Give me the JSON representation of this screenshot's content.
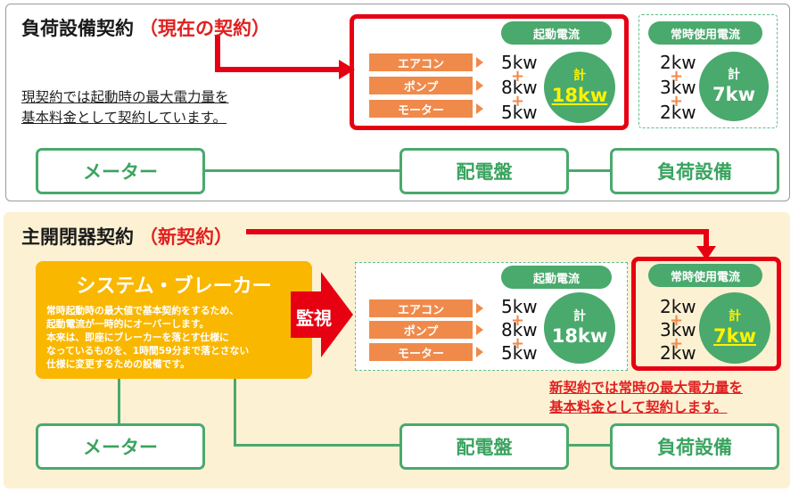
{
  "top": {
    "heading": "負荷設備契約",
    "heading_tag": "（現在の契約）",
    "note_lines": [
      "現契約では起動時の最大電力量を",
      "基本料金として契約しています。"
    ],
    "starting": {
      "pill": "起動電流",
      "devices": [
        "エアコン",
        "ポンプ",
        "モーター"
      ],
      "values": [
        "5kw",
        "8kw",
        "5kw"
      ],
      "total_label": "計",
      "total_value": "18kw"
    },
    "constant": {
      "pill": "常時使用電流",
      "values": [
        "2kw",
        "3kw",
        "2kw"
      ],
      "total_label": "計",
      "total_value": "7kw"
    },
    "flow": {
      "meter": "メーター",
      "panel": "配電盤",
      "load": "負荷設備"
    }
  },
  "bottom": {
    "heading": "主開閉器契約",
    "heading_tag": "（新契約）",
    "system_box": {
      "title": "システム・ブレーカー",
      "body_lines": [
        "常時起動時の最大値で基本契約をするため、",
        "起動電流が一時的にオーバーします。",
        "本来は、即座にブレーカーを落とす仕様に",
        "なっているものを、1時間59分まで落とさない",
        "仕様に変更するための設備です。"
      ]
    },
    "monitor_label": "監視",
    "starting": {
      "pill": "起動電流",
      "devices": [
        "エアコン",
        "ポンプ",
        "モーター"
      ],
      "values": [
        "5kw",
        "8kw",
        "5kw"
      ],
      "total_label": "計",
      "total_value": "18kw"
    },
    "constant": {
      "pill": "常時使用電流",
      "values": [
        "2kw",
        "3kw",
        "2kw"
      ],
      "total_label": "計",
      "total_value": "7kw"
    },
    "note_lines": [
      "新契約では常時の最大電力量を",
      "基本料金として契約します。"
    ],
    "flow": {
      "meter": "メーター",
      "panel": "配電盤",
      "load": "負荷設備"
    }
  },
  "colors": {
    "green": "#4aa96c",
    "red": "#e60012",
    "orange": "#f08a4b",
    "yellow": "#f9b700",
    "highlight": "#fff200",
    "bottom_bg": "#fdf1d3"
  }
}
